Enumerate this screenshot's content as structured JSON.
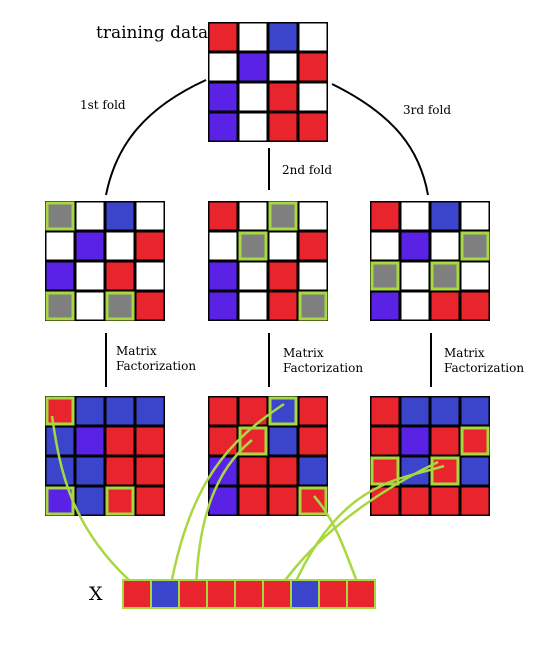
{
  "labels": {
    "training_data": "training data",
    "fold1": "1st fold",
    "fold2": "2nd fold",
    "fold3": "3rd fold",
    "mf_line1": "Matrix",
    "mf_line2": "Factorization",
    "x_label": "X"
  },
  "colors": {
    "red": "#e8252c",
    "blue": "#3a45cc",
    "purple": "#5a22e4",
    "white": "#ffffff",
    "gray": "#7f7f7f",
    "grid": "#000000",
    "highlight": "#a8d841",
    "connector": "#a8d841"
  },
  "training_matrix": [
    [
      "R",
      "W",
      "B",
      "W"
    ],
    [
      "W",
      "P",
      "W",
      "R"
    ],
    [
      "P",
      "W",
      "R",
      "W"
    ],
    [
      "P",
      "W",
      "R",
      "R"
    ]
  ],
  "folds": [
    {
      "cells": [
        [
          "G",
          "W",
          "B",
          "W"
        ],
        [
          "W",
          "P",
          "W",
          "R"
        ],
        [
          "P",
          "W",
          "R",
          "W"
        ],
        [
          "G",
          "W",
          "G",
          "R"
        ]
      ],
      "held_out": [
        [
          0,
          0
        ],
        [
          3,
          0
        ],
        [
          3,
          2
        ]
      ]
    },
    {
      "cells": [
        [
          "R",
          "W",
          "G",
          "W"
        ],
        [
          "W",
          "G",
          "W",
          "R"
        ],
        [
          "P",
          "W",
          "R",
          "W"
        ],
        [
          "P",
          "W",
          "R",
          "G"
        ]
      ],
      "held_out": [
        [
          0,
          2
        ],
        [
          1,
          1
        ],
        [
          3,
          3
        ]
      ]
    },
    {
      "cells": [
        [
          "R",
          "W",
          "B",
          "W"
        ],
        [
          "W",
          "P",
          "W",
          "G"
        ],
        [
          "G",
          "W",
          "G",
          "W"
        ],
        [
          "P",
          "W",
          "R",
          "R"
        ]
      ],
      "held_out": [
        [
          1,
          3
        ],
        [
          2,
          0
        ],
        [
          2,
          2
        ]
      ]
    }
  ],
  "factorized": [
    {
      "cells": [
        [
          "R",
          "B",
          "B",
          "B"
        ],
        [
          "B",
          "P",
          "R",
          "R"
        ],
        [
          "B",
          "B",
          "R",
          "R"
        ],
        [
          "P",
          "B",
          "R",
          "R"
        ]
      ],
      "highlights": [
        [
          0,
          0
        ],
        [
          3,
          0
        ],
        [
          3,
          2
        ]
      ]
    },
    {
      "cells": [
        [
          "R",
          "R",
          "B",
          "R"
        ],
        [
          "R",
          "R",
          "B",
          "R"
        ],
        [
          "P",
          "R",
          "R",
          "B"
        ],
        [
          "P",
          "R",
          "R",
          "R"
        ]
      ],
      "highlights": [
        [
          0,
          2
        ],
        [
          1,
          1
        ],
        [
          3,
          3
        ]
      ]
    },
    {
      "cells": [
        [
          "R",
          "B",
          "B",
          "B"
        ],
        [
          "R",
          "P",
          "R",
          "R"
        ],
        [
          "R",
          "B",
          "R",
          "B"
        ],
        [
          "R",
          "R",
          "R",
          "R"
        ]
      ],
      "highlights": [
        [
          1,
          3
        ],
        [
          2,
          0
        ],
        [
          2,
          2
        ]
      ]
    }
  ],
  "x_vector": [
    "R",
    "B",
    "R",
    "R",
    "R",
    "R",
    "B",
    "R",
    "R"
  ]
}
